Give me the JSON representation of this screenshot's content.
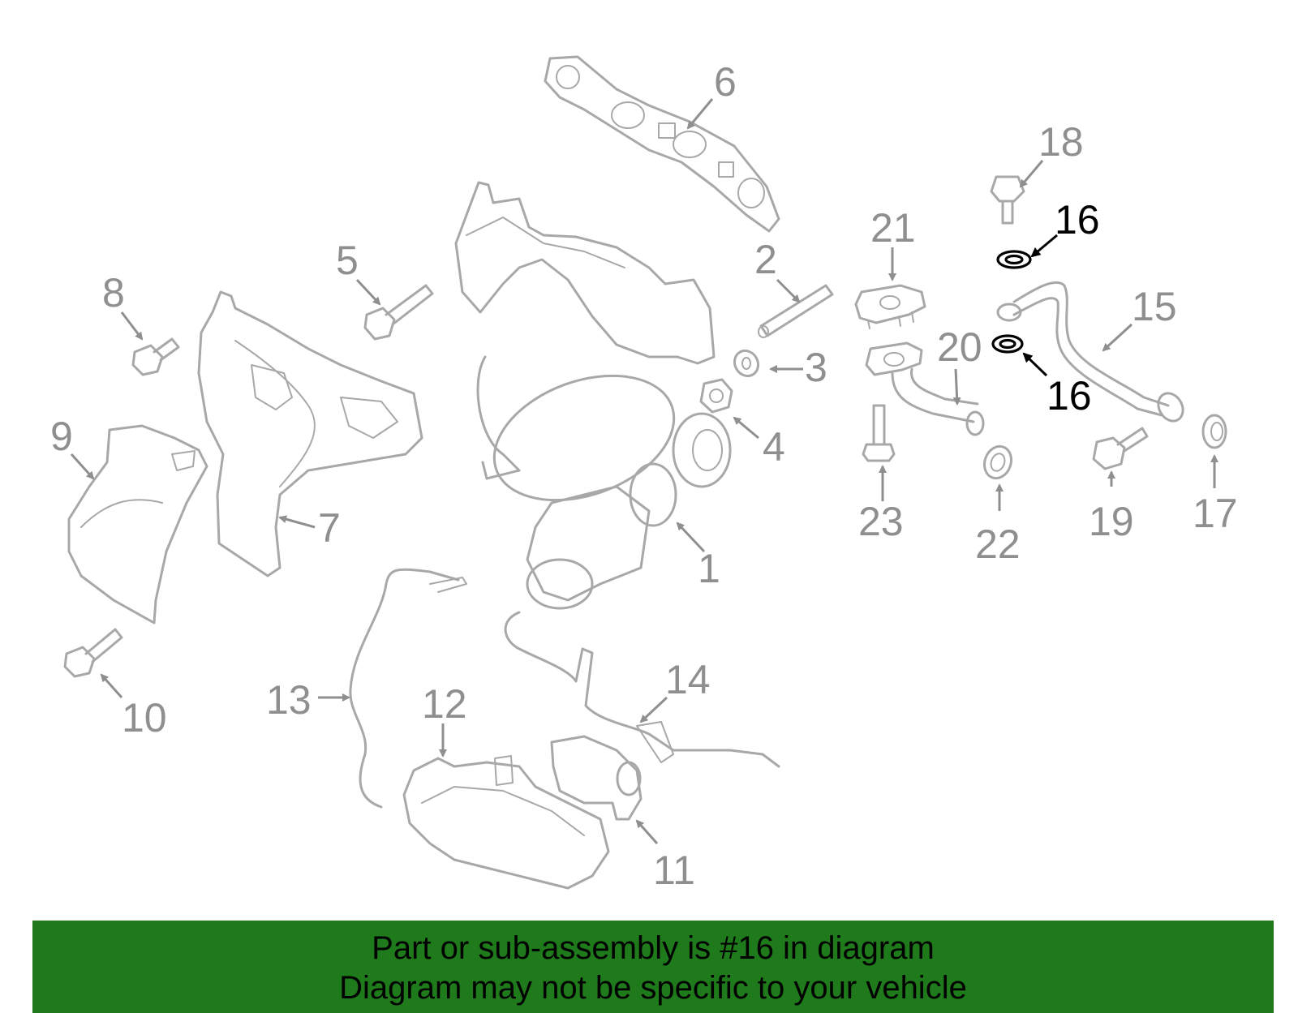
{
  "diagram": {
    "highlight_color": "#000000",
    "part_color": "#a8a8a8",
    "label_color": "#8f8f8f",
    "labels": {
      "n1": "1",
      "n2": "2",
      "n3": "3",
      "n4": "4",
      "n5": "5",
      "n6": "6",
      "n7": "7",
      "n8": "8",
      "n9": "9",
      "n10": "10",
      "n11": "11",
      "n12": "12",
      "n13": "13",
      "n14": "14",
      "n15": "15",
      "n16a": "16",
      "n16b": "16",
      "n17": "17",
      "n18": "18",
      "n19": "19",
      "n20": "20",
      "n21": "21",
      "n22": "22",
      "n23": "23"
    }
  },
  "banner": {
    "background": "#1e7a1a",
    "line1": "Part or sub-assembly is #16 in diagram",
    "line2": "Diagram may not be specific to your vehicle"
  }
}
